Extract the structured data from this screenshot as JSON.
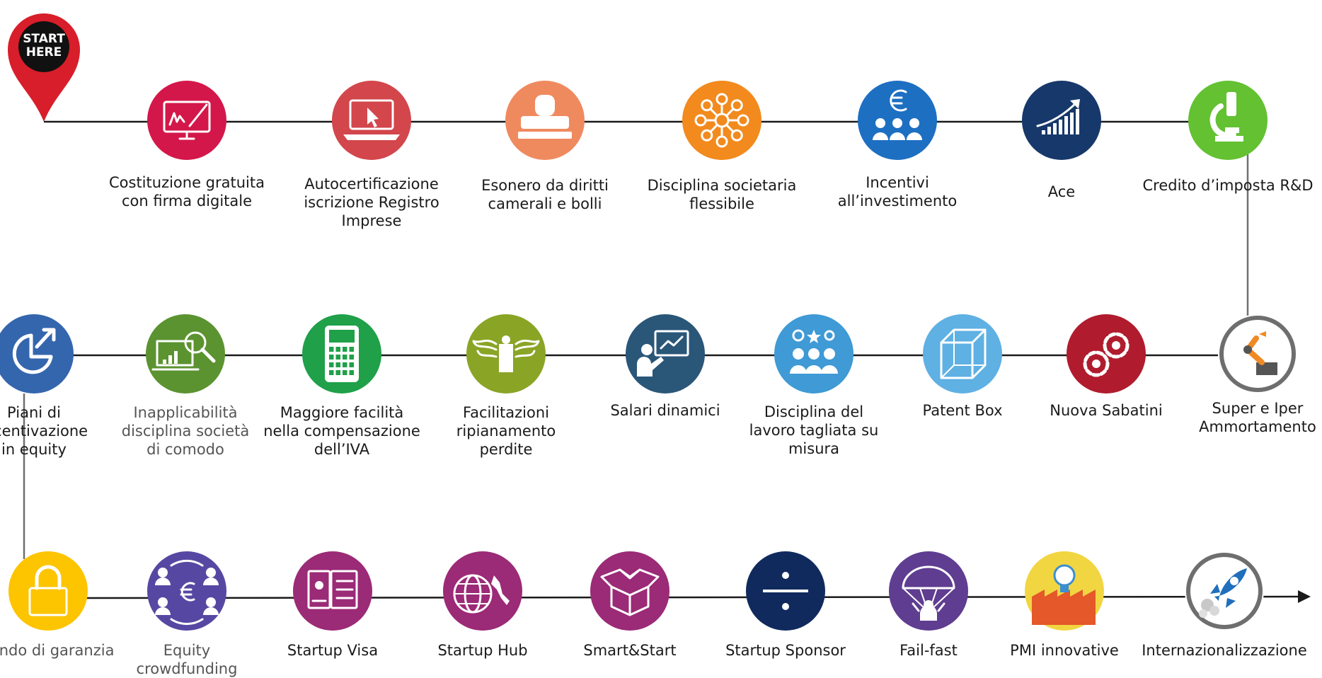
{
  "start_pin": {
    "line1": "START",
    "line2": "HERE"
  },
  "steps": [
    {
      "id": "costituzione",
      "label_lines": [
        "Costituzione gratuita",
        "con firma digitale"
      ],
      "color": "#d4174a",
      "icon": "signature-screen-icon"
    },
    {
      "id": "autocertificazione",
      "label_lines": [
        "Autocertificazione",
        "iscrizione Registro",
        "Imprese"
      ],
      "color": "#d2464c",
      "icon": "laptop-cursor-icon"
    },
    {
      "id": "esonero",
      "label_lines": [
        "Esonero da diritti",
        "camerali e bolli"
      ],
      "color": "#ef8a5f",
      "icon": "stamp-icon"
    },
    {
      "id": "disciplina-societaria",
      "label_lines": [
        "Disciplina societaria",
        "flessibile"
      ],
      "color": "#f28a1e",
      "icon": "network-nodes-icon"
    },
    {
      "id": "incentivi",
      "label_lines": [
        "Incentivi",
        "all’investimento"
      ],
      "color": "#1d6fc2",
      "icon": "euro-people-icon"
    },
    {
      "id": "ace",
      "label_lines": [
        "Ace"
      ],
      "color": "#17386a",
      "icon": "growth-bars-icon"
    },
    {
      "id": "credito-rd",
      "label_lines": [
        "Credito d’imposta R&D"
      ],
      "color": "#63c132",
      "icon": "microscope-icon"
    },
    {
      "id": "super-iper",
      "label_lines": [
        "Super e Iper",
        "Ammortamento"
      ],
      "color": "#ffffff",
      "ring": "#6e6e6e",
      "icon": "robot-arm-icon"
    },
    {
      "id": "nuova-sabatini",
      "label_lines": [
        "Nuova Sabatini"
      ],
      "color": "#b01c2e",
      "icon": "gears-icon"
    },
    {
      "id": "patent-box",
      "label_lines": [
        "Patent Box"
      ],
      "color": "#5fb0e3",
      "icon": "cube-icon"
    },
    {
      "id": "disciplina-lavoro",
      "label_lines": [
        "Disciplina del",
        "lavoro tagliata su",
        "misura"
      ],
      "color": "#3f9ad6",
      "icon": "team-ideas-icon"
    },
    {
      "id": "salari",
      "label_lines": [
        "Salari dinamici"
      ],
      "color": "#2a5678",
      "icon": "presentation-icon"
    },
    {
      "id": "ripianamento",
      "label_lines": [
        "Facilitazioni",
        "ripianamento",
        "perdite"
      ],
      "color": "#8aa426",
      "icon": "winged-weight-icon"
    },
    {
      "id": "iva",
      "label_lines": [
        "Maggiore facilità",
        "nella compensazione",
        "dell’IVA"
      ],
      "color": "#1fa049",
      "icon": "calculator-icon"
    },
    {
      "id": "comodo",
      "label_lines": [
        "Inapplicabilità",
        "disciplina società",
        "di comodo"
      ],
      "color": "#5b9330",
      "muted": true,
      "icon": "magnifier-chart-icon"
    },
    {
      "id": "piani",
      "label_lines": [
        "Piani di",
        "incentivazione",
        "in equity"
      ],
      "color": "#3466ad",
      "icon": "pie-arrow-icon"
    },
    {
      "id": "fondo",
      "label_lines": [
        "Fondo di garanzia"
      ],
      "color": "#fdc400",
      "muted": true,
      "icon": "padlock-icon"
    },
    {
      "id": "crowdfunding",
      "label_lines": [
        "Equity",
        "crowdfunding"
      ],
      "color": "#5648a2",
      "muted": true,
      "icon": "crowd-euro-icon"
    },
    {
      "id": "visa",
      "label_lines": [
        "Startup Visa"
      ],
      "color": "#9b2a77",
      "icon": "passport-icon"
    },
    {
      "id": "hub",
      "label_lines": [
        "Startup Hub"
      ],
      "color": "#9b2a77",
      "icon": "globe-italy-icon"
    },
    {
      "id": "smart-start",
      "label_lines": [
        "Smart&Start"
      ],
      "color": "#9b2a77",
      "icon": "open-box-icon"
    },
    {
      "id": "sponsor",
      "label_lines": [
        "Startup Sponsor"
      ],
      "color": "#102a5e",
      "icon": "divide-icon"
    },
    {
      "id": "fail-fast",
      "label_lines": [
        "Fail-fast"
      ],
      "color": "#5f3d90",
      "icon": "parachute-icon"
    },
    {
      "id": "pmi",
      "label_lines": [
        "PMI innovative"
      ],
      "color": "#f2d641",
      "icon": "factory-bulb-icon"
    },
    {
      "id": "internazionalizzazione",
      "label_lines": [
        "Internazionalizzazione"
      ],
      "color": "#ffffff",
      "ring": "#6e6e6e",
      "icon": "rocket-icon"
    }
  ]
}
